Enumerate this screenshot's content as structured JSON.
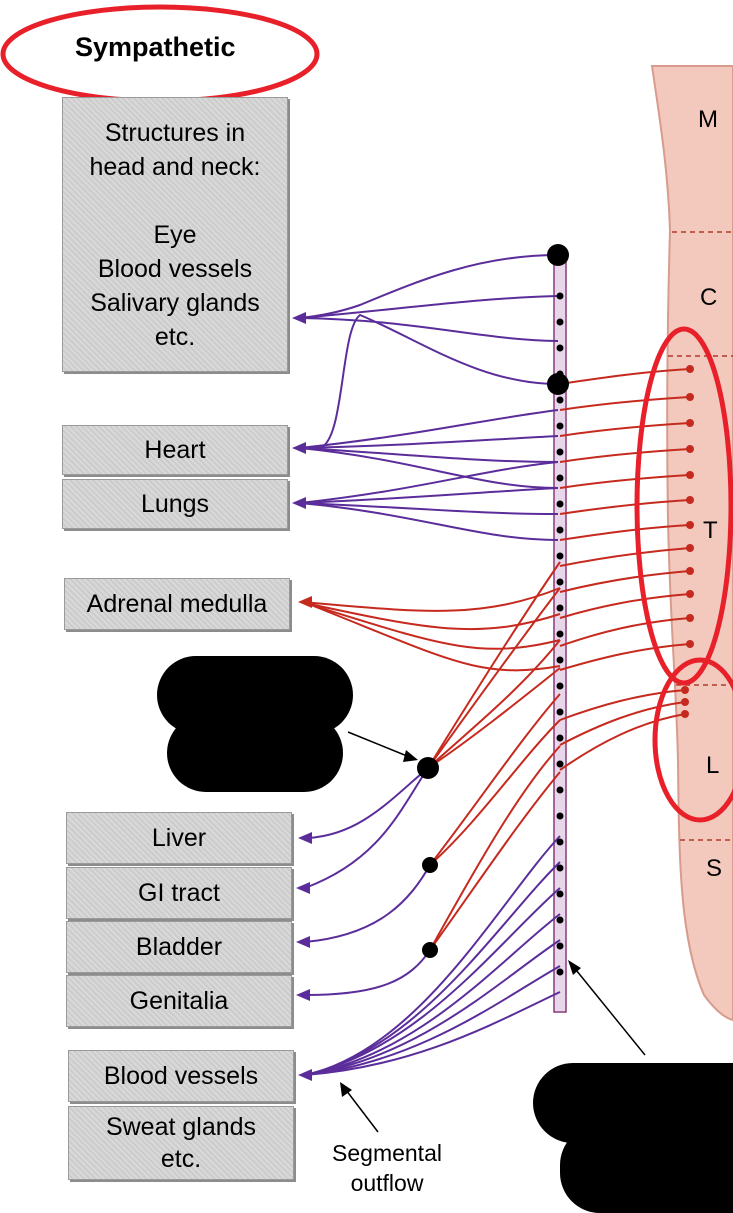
{
  "title": "Sympathetic",
  "targets": {
    "head_neck": "Structures in\nhead and neck:\n\nEye\nBlood vessels\nSalivary glands\netc.",
    "heart": "Heart",
    "lungs": "Lungs",
    "adrenal": "Adrenal medulla",
    "liver": "Liver",
    "gi": "GI tract",
    "bladder": "Bladder",
    "genitalia": "Genitalia",
    "blood_vessels": "Blood vessels",
    "sweat": "Sweat glands\netc."
  },
  "cord_regions": {
    "m": "M",
    "c": "C",
    "t": "T",
    "l": "L",
    "s": "S"
  },
  "caption": "Segmental\noutflow",
  "colors": {
    "preganglionic": "#c62a1e",
    "postganglionic": "#5b2d9a",
    "cord": "#f3c9bd",
    "highlight": "#e8202a"
  }
}
